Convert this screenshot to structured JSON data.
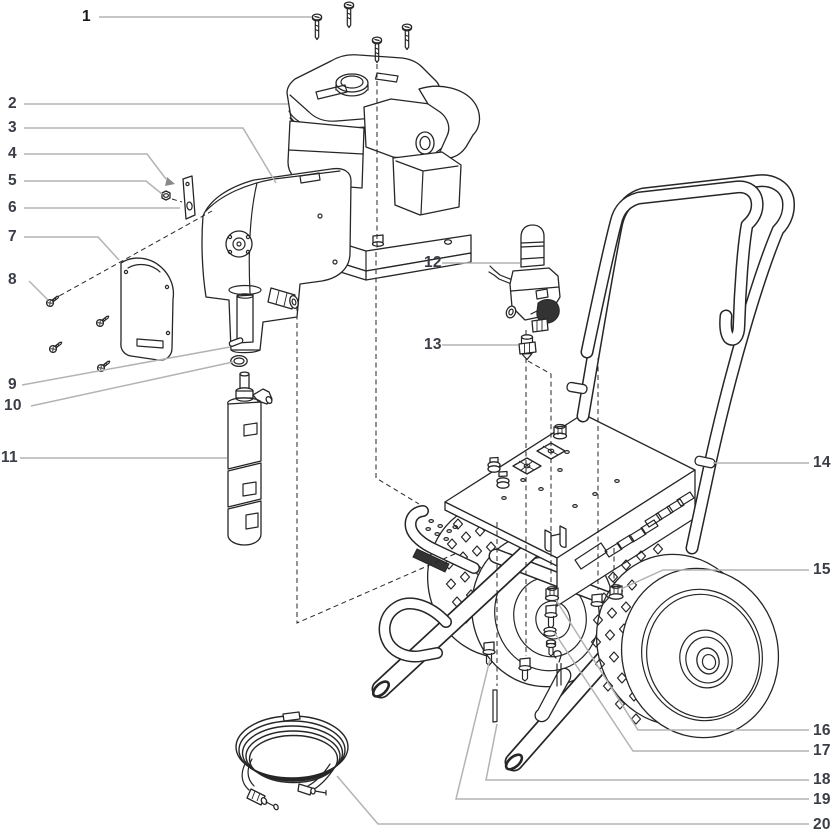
{
  "figure": {
    "kind": "exploded-parts-diagram",
    "background": "#ffffff",
    "colors": {
      "line": "#262626",
      "leader": "#b3b3b3",
      "label": "#3a3d46",
      "label_bold": "#17191d"
    },
    "callouts": [
      {
        "label": "1"
      },
      {
        "label": "2"
      },
      {
        "label": "3"
      },
      {
        "label": "4"
      },
      {
        "label": "5"
      },
      {
        "label": "6"
      },
      {
        "label": "7"
      },
      {
        "label": "8"
      },
      {
        "label": "9"
      },
      {
        "label": "10"
      },
      {
        "label": "11"
      },
      {
        "label": "12"
      },
      {
        "label": "13"
      },
      {
        "label": "14"
      },
      {
        "label": "15"
      },
      {
        "label": "16"
      },
      {
        "label": "17"
      },
      {
        "label": "18"
      },
      {
        "label": "19"
      },
      {
        "label": "20"
      }
    ]
  }
}
